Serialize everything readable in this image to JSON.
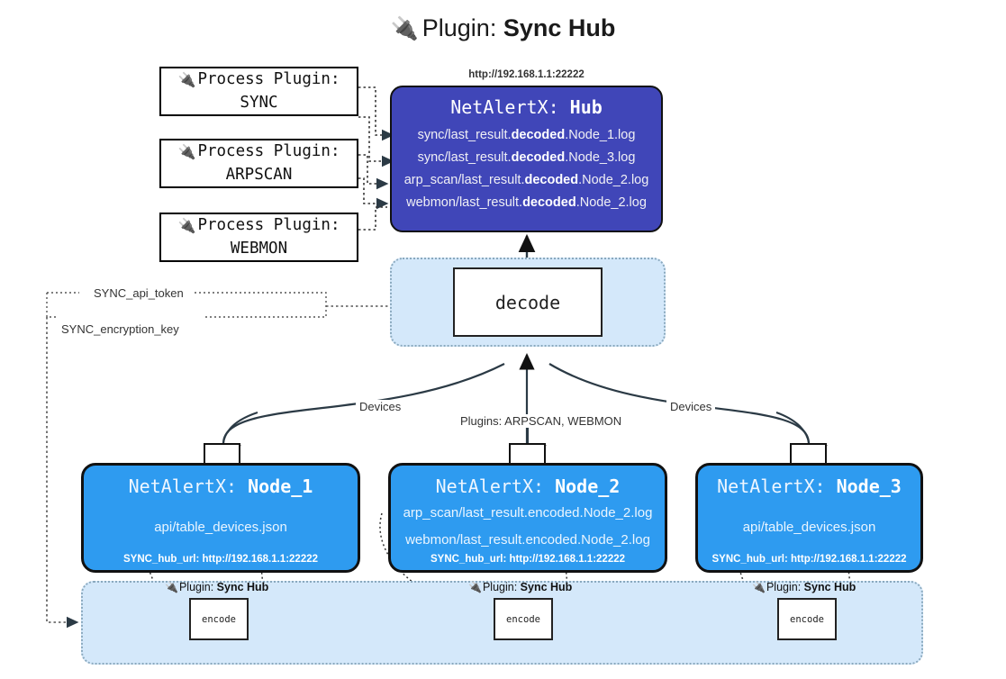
{
  "title": {
    "icon": "plug-icon",
    "prefix": "Plugin: ",
    "name": "Sync Hub",
    "glyph": "🔌"
  },
  "process_plugins": [
    {
      "icon": "plug-icon",
      "line1": "Process Plugin:",
      "line2": "SYNC"
    },
    {
      "icon": "plug-icon",
      "line1": "Process Plugin:",
      "line2": "ARPSCAN"
    },
    {
      "icon": "plug-icon",
      "line1": "Process Plugin:",
      "line2": "WEBMON"
    }
  ],
  "hub": {
    "url": "http://192.168.1.1:22222",
    "title_prefix": "NetAlertX: ",
    "title_name": "Hub",
    "logs": [
      {
        "pre": "sync/last_result.",
        "em": "decoded",
        "post": ".Node_1.log"
      },
      {
        "pre": "sync/last_result.",
        "em": "decoded",
        "post": ".Node_3.log"
      },
      {
        "pre": "arp_scan/last_result.",
        "em": "decoded",
        "post": ".Node_2.log"
      },
      {
        "pre": "webmon/last_result.",
        "em": "decoded",
        "post": ".Node_2.log"
      }
    ]
  },
  "decode": {
    "label": "decode"
  },
  "secrets": {
    "api_token": "SYNC_api_token",
    "encryption_key": "SYNC_encryption_key"
  },
  "edge_labels": {
    "devices_left": "Devices",
    "devices_right": "Devices",
    "plugins_center": "Plugins: ARPSCAN, WEBMON"
  },
  "nodes": [
    {
      "title_prefix": "NetAlertX: ",
      "title_name": "Node_1",
      "lines": [
        "api/table_devices.json"
      ],
      "footer": "SYNC_hub_url: http://192.168.1.1:22222",
      "envelope": "envelope-icon"
    },
    {
      "title_prefix": "NetAlertX: ",
      "title_name": "Node_2",
      "lines": [
        "arp_scan/last_result.encoded.Node_2.log",
        "webmon/last_result.encoded.Node_2.log"
      ],
      "footer": "SYNC_hub_url: http://192.168.1.1:22222",
      "envelope": "envelope-icon"
    },
    {
      "title_prefix": "NetAlertX: ",
      "title_name": "Node_3",
      "lines": [
        "api/table_devices.json"
      ],
      "footer": "SYNC_hub_url: http://192.168.1.1:22222",
      "envelope": "envelope-icon"
    }
  ],
  "encode_zones": [
    {
      "caption_prefix": "Plugin: ",
      "caption_name": "Sync Hub",
      "box_label": "encode"
    },
    {
      "caption_prefix": "Plugin: ",
      "caption_name": "Sync Hub",
      "box_label": "encode"
    },
    {
      "caption_prefix": "Plugin: ",
      "caption_name": "Sync Hub",
      "box_label": "encode"
    }
  ],
  "colors": {
    "hub_fill": "#4046b8",
    "node_fill": "#2e9bf0",
    "zone_fill": "#d4e8fa",
    "zone_border": "#8aa9be",
    "stroke": "#222222",
    "background": "#ffffff"
  }
}
